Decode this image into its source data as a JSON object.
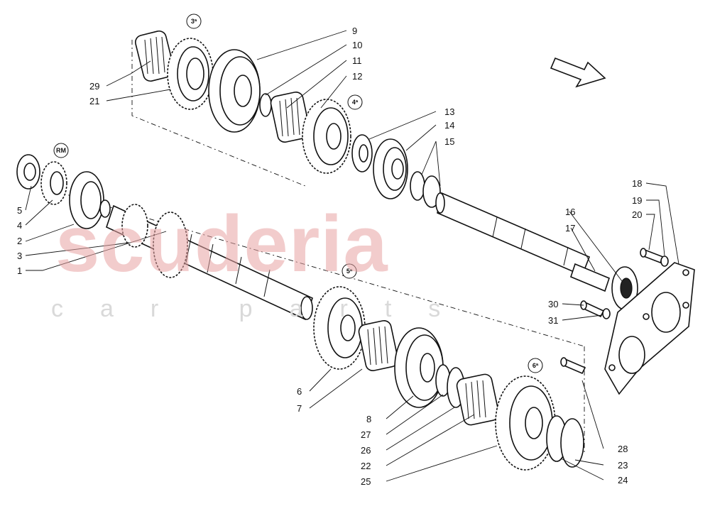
{
  "watermark": {
    "brand": "scuderia",
    "tagline": "car parts"
  },
  "gear_badges": [
    {
      "id": "3",
      "text": "3ª"
    },
    {
      "id": "4",
      "text": "4ª"
    },
    {
      "id": "rm",
      "text": "RM"
    },
    {
      "id": "5",
      "text": "5ª"
    },
    {
      "id": "6",
      "text": "6ª"
    }
  ],
  "callouts": [
    {
      "id": "1",
      "text": "1"
    },
    {
      "id": "2",
      "text": "2"
    },
    {
      "id": "3",
      "text": "3"
    },
    {
      "id": "4",
      "text": "4"
    },
    {
      "id": "5",
      "text": "5"
    },
    {
      "id": "6",
      "text": "6"
    },
    {
      "id": "7",
      "text": "7"
    },
    {
      "id": "8",
      "text": "8"
    },
    {
      "id": "9",
      "text": "9"
    },
    {
      "id": "10",
      "text": "10"
    },
    {
      "id": "11",
      "text": "11"
    },
    {
      "id": "12",
      "text": "12"
    },
    {
      "id": "13",
      "text": "13"
    },
    {
      "id": "14",
      "text": "14"
    },
    {
      "id": "15",
      "text": "15"
    },
    {
      "id": "16",
      "text": "16"
    },
    {
      "id": "17",
      "text": "17"
    },
    {
      "id": "18",
      "text": "18"
    },
    {
      "id": "19",
      "text": "19"
    },
    {
      "id": "20",
      "text": "20"
    },
    {
      "id": "21",
      "text": "21"
    },
    {
      "id": "22",
      "text": "22"
    },
    {
      "id": "23",
      "text": "23"
    },
    {
      "id": "24",
      "text": "24"
    },
    {
      "id": "25",
      "text": "25"
    },
    {
      "id": "26",
      "text": "26"
    },
    {
      "id": "27",
      "text": "27"
    },
    {
      "id": "28",
      "text": "28"
    },
    {
      "id": "29",
      "text": "29"
    },
    {
      "id": "30",
      "text": "30"
    },
    {
      "id": "31",
      "text": "31"
    }
  ]
}
